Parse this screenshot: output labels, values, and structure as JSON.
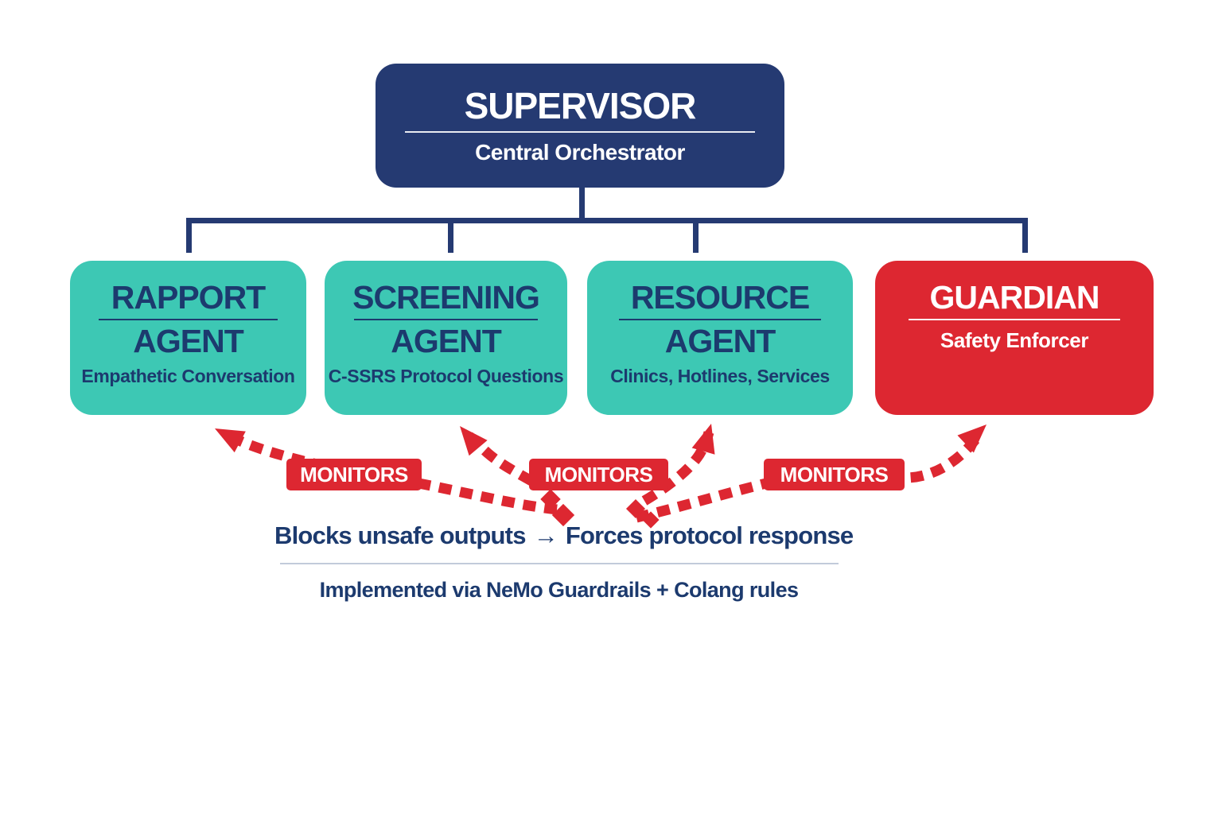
{
  "colors": {
    "navy": "#253a72",
    "navy_text": "#1c3a6e",
    "teal": "#3dc8b4",
    "red": "#dd2731",
    "white": "#ffffff",
    "divider_gray": "#c2cbda"
  },
  "supervisor": {
    "title": "SUPERVISOR",
    "subtitle": "Central Orchestrator"
  },
  "agents": [
    {
      "id": "rapport",
      "title_line1": "RAPPORT",
      "title_line2": "AGENT",
      "subtitle": "Empathetic Conversation",
      "variant": "teal"
    },
    {
      "id": "screening",
      "title_line1": "SCREENING",
      "title_line2": "AGENT",
      "subtitle": "C-SSRS Protocol Questions",
      "variant": "teal"
    },
    {
      "id": "resource",
      "title_line1": "RESOURCE",
      "title_line2": "AGENT",
      "subtitle": "Clinics, Hotlines, Services",
      "variant": "teal"
    },
    {
      "id": "guardian",
      "title_line1": "GUARDIAN",
      "subtitle": "Safety Enforcer",
      "variant": "red"
    }
  ],
  "monitors": {
    "labels": [
      "MONITORS",
      "MONITORS",
      "MONITORS"
    ]
  },
  "footer": {
    "line1_left": "Blocks unsafe outputs",
    "line1_arrow": "→",
    "line1_right": "Forces protocol response",
    "line2": "Implemented via NeMo Guardrails + Colang rules"
  }
}
